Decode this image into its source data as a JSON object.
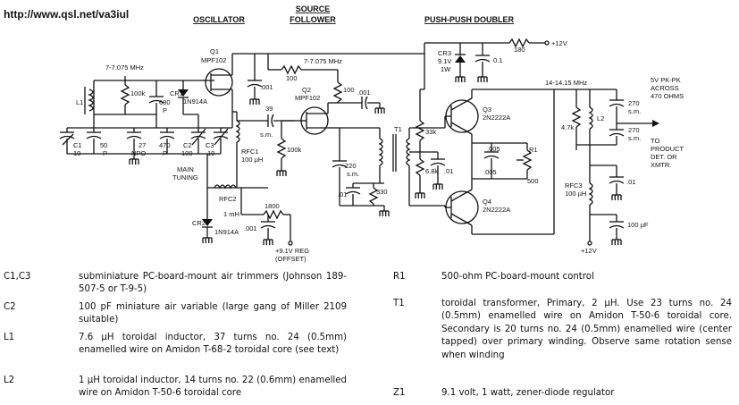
{
  "header": {
    "url": "http://www.qsl.net/va3iul"
  },
  "sections": {
    "oscillator": "OSCILLATOR",
    "follower_1": "SOURCE",
    "follower_2": "FOLLOWER",
    "doubler": "PUSH-PUSH DOUBLER"
  },
  "labels": {
    "q1": "Q1",
    "q1_part": "MPF102",
    "q2": "Q2",
    "q2_part": "MPF102",
    "q3": "Q3",
    "q3_part": "2N2222A",
    "q4": "Q4",
    "q4_part": "2N2222A",
    "freq_in": "7-7.075 MHz",
    "freq_mid": "7-7.075 MHz",
    "freq_out": "14-14.15 MHz",
    "cr1": "CR1",
    "cr1_part": "1N914A",
    "cr2": "CR2",
    "cr2_part": "1N914A",
    "cr3": "CR3",
    "cr3_v": "9.1V",
    "cr3_w": "1W",
    "l1": "L1",
    "l2": "L2",
    "c1": "C1",
    "c1_v": "10",
    "c50": "50",
    "c50_p": "P",
    "c27": "27",
    "c27_npo": "NPO",
    "c470": "470",
    "c470_p": "P",
    "c2": "C2",
    "c2_v": "100",
    "c3": "C3",
    "c3_v": "10",
    "c680": "680",
    "c680_p": "P",
    "r100k_a": "100k",
    "c001_a": ".001",
    "r100_a": "100",
    "r100_b": "100",
    "c001_b": ".001",
    "c39": "39",
    "c39_sm": "s.m.",
    "rfc1": "RFC1",
    "rfc1_v": "100 µH",
    "r100k_b": "100k",
    "main_tuning_1": "MAIN",
    "main_tuning_2": "TUNING",
    "rfc2": "RFC2",
    "rfc2_v": "1 mH",
    "r1800": "1800",
    "c001_c": ".001",
    "reg_1": "+9.1V REG",
    "reg_2": "(OFFSET)",
    "t1": "T1",
    "c220": "220",
    "c220_sm": "s.m.",
    "c01_a": ".01",
    "r330": "330",
    "r33k": "33k",
    "r68k": "6.8k",
    "c01_b": ".01",
    "c005_a": ".005",
    "c005_b": ".005",
    "r1": "R1",
    "r1_v": "500",
    "r180": "180",
    "plus12_top": "+12V",
    "c01_top": "0.1",
    "r47k": "4.7k",
    "c270_a": "270",
    "c270_a_sm": "s.m.",
    "c270_b": "270",
    "c270_b_sm": "s.m.",
    "rfc3": "RFC3",
    "rfc3_v": "100 µH",
    "c01_c": ".01",
    "c100uf": "100 µF",
    "plus12_bot": "+12V",
    "out_1": "5V PK-PK",
    "out_2": "ACROSS",
    "out_3": "470 OHMS",
    "to_1": "TO",
    "to_2": "PRODUCT",
    "to_3": "DET. OR",
    "to_4": "XMTR."
  },
  "parts_list": [
    {
      "ref": "C1,C3",
      "desc": "subminiature PC-board-mount air trimmers (Johnson 189-507-5 or T-9-5)"
    },
    {
      "ref": "C2",
      "desc": "100 pF miniature air variable (large gang of Miller 2109 suitable)"
    },
    {
      "ref": "L1",
      "desc": "7.6 µH toroidal inductor, 37 turns no. 24 (0.5mm) enamelled wire on Amidon T-68-2 toroidal core (see text)"
    },
    {
      "ref": "L2",
      "desc": "1 µH toroidal inductor, 14 turns no. 22 (0.6mm) enamelled wire on Amidon T-50-6 toroidal core"
    },
    {
      "ref": "R1",
      "desc": "500-ohm PC-board-mount control"
    },
    {
      "ref": "T1",
      "desc": "toroidal transformer, Primary, 2 µH. Use 23 turns no. 24 (0.5mm) enamelled wire on Amidon T-50-6 toroidal core. Secondary is 20 turns no. 24 (0.5mm) enamelled wire (center tapped) over primary winding. Observe same rotation sense when winding"
    },
    {
      "ref": "Z1",
      "desc": "9.1 volt, 1 watt, zener-diode regulator"
    }
  ]
}
